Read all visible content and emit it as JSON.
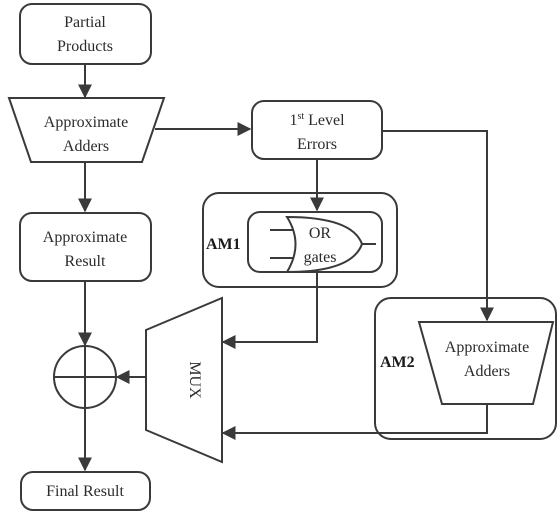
{
  "nodes": {
    "partial_products": [
      "Partial",
      "Products"
    ],
    "approx_adders_top": [
      "Approximate",
      "Adders"
    ],
    "first_level_errors": {
      "sup_base": "1",
      "sup": "st",
      "rest": " Level",
      "line2": "Errors"
    },
    "approx_result": [
      "Approximate",
      "Result"
    ],
    "am1_label": "AM1",
    "or_gates": [
      "OR",
      "gates"
    ],
    "am2_label": "AM2",
    "approx_adders_am2": [
      "Approximate",
      "Adders"
    ],
    "mux": "MUX",
    "final_result": "Final Result"
  }
}
